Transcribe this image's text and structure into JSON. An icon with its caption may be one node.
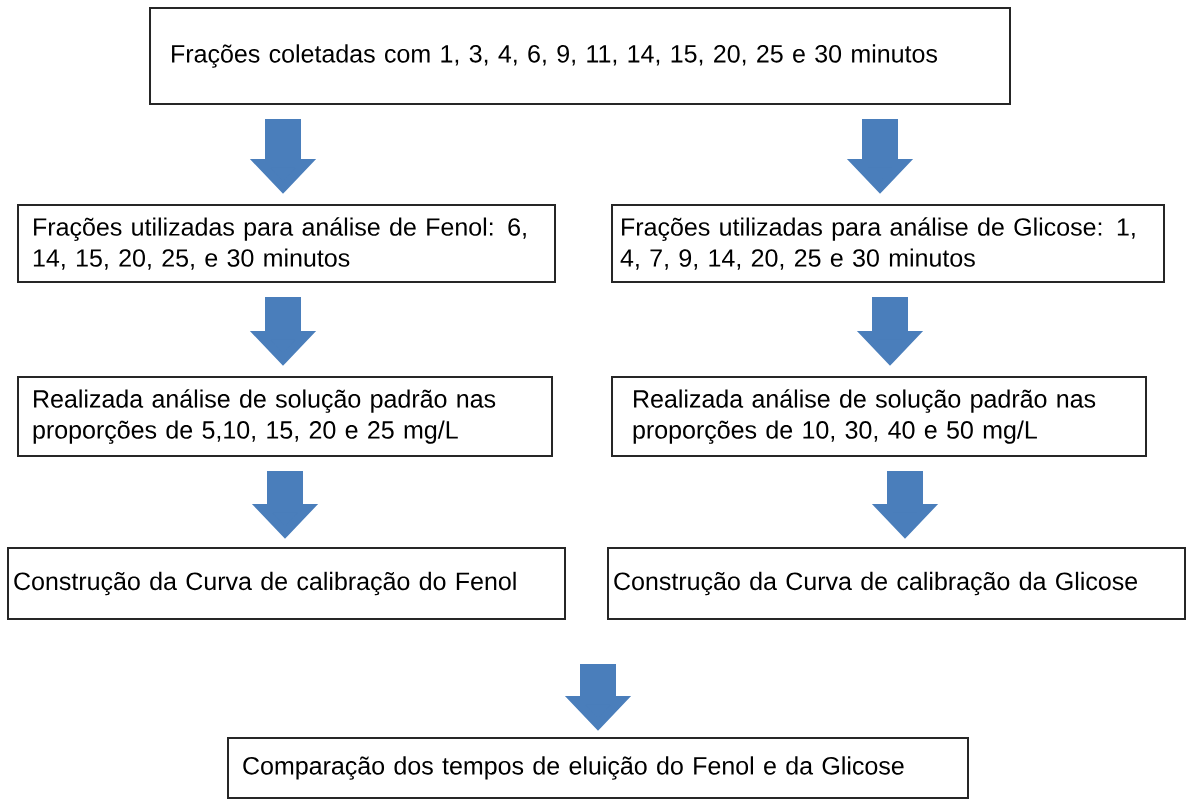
{
  "diagram": {
    "nodes": [
      {
        "text": [
          "Frações coletadas com 1, 3, 4, 6, 9, 11, 14, 15, 20, 25 e 30 minutos"
        ]
      },
      {
        "text": [
          "Frações utilizadas para análise de Fenol: 6, 14, 15, 20, 25, e 30 minutos"
        ]
      },
      {
        "text": [
          "Frações utilizadas para análise de Glicose: 1, 4, 7, 9, 14, 20, 25 e 30 minutos"
        ]
      },
      {
        "text": [
          "Realizada análise de solução padrão nas proporções de 5,10, 15, 20 e 25 mg/L"
        ]
      },
      {
        "text": [
          "Realizada análise de solução padrão nas proporções de 10, 30, 40 e 50 mg/L"
        ]
      },
      {
        "text": [
          "Construção da Curva de calibração do Fenol"
        ]
      },
      {
        "text": [
          "Construção da Curva de calibração da Glicose"
        ]
      },
      {
        "text": [
          "Comparação dos tempos de eluição do Fenol e da Glicose"
        ]
      }
    ],
    "edges": [
      {
        "from": 0,
        "to": 1,
        "arrow": "to"
      },
      {
        "from": 0,
        "to": 2,
        "arrow": "to"
      },
      {
        "from": 1,
        "to": 3,
        "arrow": "to"
      },
      {
        "from": 2,
        "to": 4,
        "arrow": "to"
      },
      {
        "from": 3,
        "to": 5,
        "arrow": "to"
      },
      {
        "from": 4,
        "to": 6,
        "arrow": "to"
      },
      {
        "from": null,
        "to": 7,
        "arrow": "to"
      }
    ]
  }
}
